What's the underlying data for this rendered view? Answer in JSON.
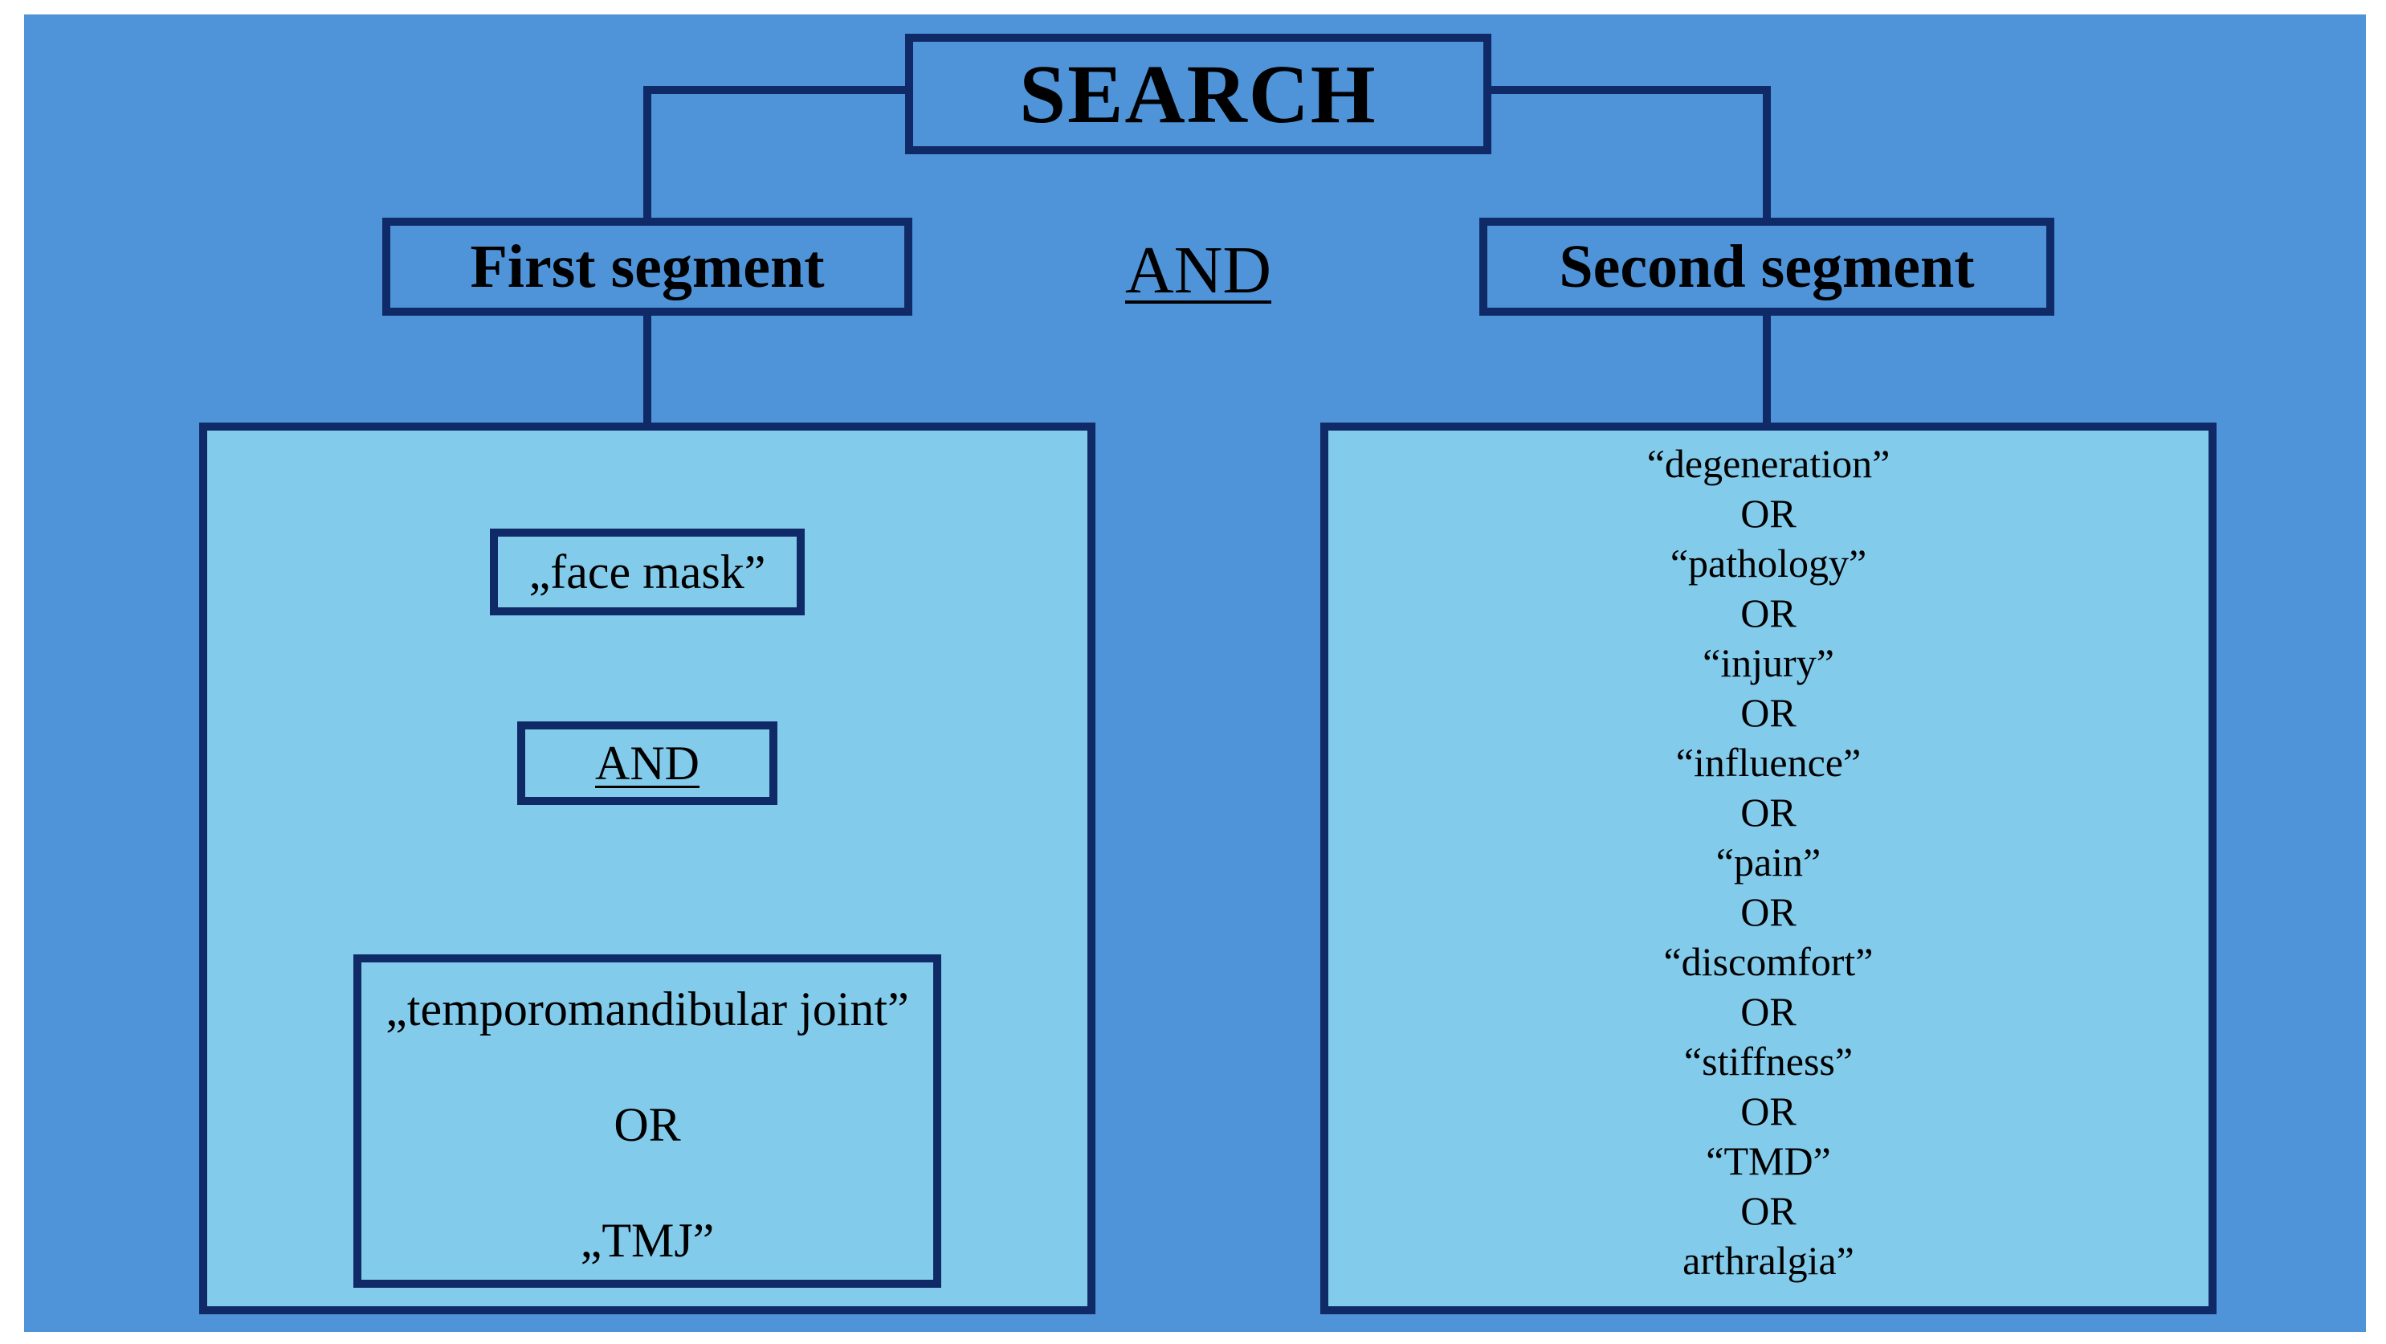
{
  "diagram": {
    "title": "SEARCH",
    "center_operator": "AND",
    "first_segment": {
      "label": "First segment",
      "term1": "„face mask”",
      "operator": "AND",
      "term2": "„temporomandibular joint”",
      "or_label": "OR",
      "term3": "„TMJ”"
    },
    "second_segment": {
      "label": "Second segment",
      "terms": [
        "“degeneration”",
        "OR",
        "“pathology”",
        "OR",
        "“injury”",
        "OR",
        "“influence”",
        "OR",
        "“pain”",
        "OR",
        "“discomfort”",
        "OR",
        "“stiffness”",
        "OR",
        "“TMD”",
        "OR",
        "arthralgia”"
      ]
    },
    "colors": {
      "background": "#4f94d9",
      "panel": "#83cbeb",
      "border": "#0f2a66"
    }
  }
}
